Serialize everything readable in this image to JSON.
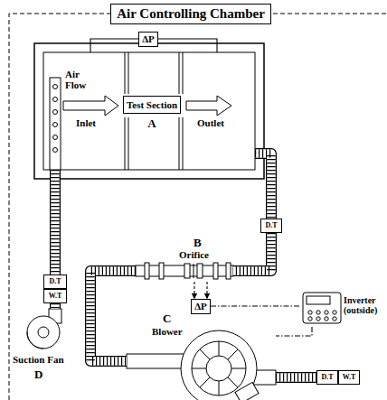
{
  "diagram": {
    "nodes": [
      {
        "text": [
          "Air Controlling Chamber"
        ]
      },
      {
        "text": [
          "ΔP"
        ]
      },
      {
        "text": [
          "Air Flow",
          "Inlet"
        ]
      },
      {
        "text": [
          "Test Section",
          "A"
        ]
      },
      {
        "text": [
          "Outlet"
        ]
      },
      {
        "text": [
          "D.T"
        ]
      },
      {
        "text": [
          "B",
          "Orifice"
        ]
      },
      {
        "text": [
          "D.T"
        ]
      },
      {
        "text": [
          "W.T"
        ]
      },
      {
        "text": [
          "ΔP"
        ]
      },
      {
        "text": [
          "Inverter (outside)"
        ]
      },
      {
        "text": [
          "Suction Fan",
          "D"
        ]
      },
      {
        "text": [
          "C",
          "Blower"
        ]
      },
      {
        "text": [
          "D.T"
        ]
      },
      {
        "text": [
          "W.T"
        ]
      }
    ],
    "edges": [
      {
        "from": 1,
        "to": 2,
        "arrow": "none"
      },
      {
        "from": 1,
        "to": 4,
        "arrow": "none"
      },
      {
        "from": 2,
        "to": 7,
        "arrow": "none"
      },
      {
        "from": 8,
        "to": 11,
        "arrow": "none"
      },
      {
        "from": 4,
        "to": 5,
        "arrow": "none"
      },
      {
        "from": 5,
        "to": 6,
        "arrow": "none"
      },
      {
        "from": 6,
        "to": 12,
        "arrow": "none"
      },
      {
        "from": 6,
        "to": 9,
        "arrow": "to"
      },
      {
        "from": 6,
        "to": 9,
        "arrow": "to"
      },
      {
        "from": 9,
        "to": 10,
        "arrow": "none"
      },
      {
        "from": 10,
        "to": 12,
        "arrow": "none"
      },
      {
        "from": 12,
        "to": 13,
        "arrow": "none"
      }
    ]
  }
}
